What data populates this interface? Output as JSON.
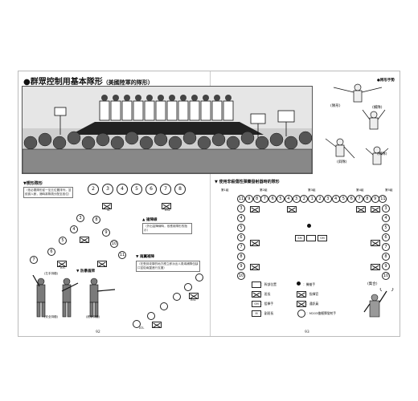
{
  "page": {
    "title": "●群眾控制用基本隊形",
    "subtitle": "（美國陸軍的隊形）",
    "signals_title": "●隊形手勢",
    "left_page_number": "92",
    "right_page_number": "93"
  },
  "signals": {
    "labels": [
      "(隊形)",
      "(橫隊)",
      "(斜隊)",
      "(梯隊)"
    ]
  },
  "wedge": {
    "heading": "▼楔形隊形",
    "note": "（依必要隊形從一至五位置排列，並依據人數，適時將隊員分配至各位）",
    "top_numbers": [
      "2",
      "3",
      "4",
      "5",
      "6",
      "7",
      "8"
    ],
    "formation_numbers": [
      "3",
      "4",
      "5",
      "6",
      "7",
      "8",
      "9",
      "10",
      "11"
    ],
    "box_labels": [
      "SL",
      "ASL",
      "ATL",
      "ASL",
      "ATL"
    ],
    "soldier_labels": [
      "(左手持槍)",
      "(安全持槍)",
      "(底手持槍)"
    ],
    "guard_heading": "▼ 防暴盾牌",
    "skirmish_heading": "▲ 搶陣線",
    "skirmish_note": "（外出搶陣線時，依應用隊形的指示）",
    "rear_heading": "▼ 兩翼補陣",
    "rear_note": "（在受到攻擊的地方應立即派出人員填補隊伍缺口並從兩翼進行支援）"
  },
  "line": {
    "heading": "▼ 使用非殺傷性彈藥發射器時的隊形",
    "squad_labels": [
      "第1組",
      "第2組",
      "第3組",
      "第4組",
      "第5組"
    ],
    "top_row": [
      "11",
      "9",
      "8",
      "7",
      "6",
      "5",
      "4",
      "3",
      "2",
      "1",
      "2",
      "3",
      "4",
      "5",
      "6",
      "7",
      "8",
      "9",
      "11"
    ],
    "left_col": [
      "3",
      "4",
      "5",
      "6",
      "7",
      "8",
      "9",
      "10"
    ],
    "right_col": [
      "3",
      "4",
      "5",
      "6",
      "7",
      "8",
      "9",
      "10"
    ],
    "center_boxes": [
      "SM",
      "SM"
    ]
  },
  "legend": {
    "items": [
      "：幹部位置",
      "：機槍手",
      "：班長",
      "：指揮官",
      "：狙擊手",
      "：通訊員",
      "：副班長",
      "：M203槍榴彈發射手"
    ],
    "symbol_sm": "SM",
    "symbol_m": "M"
  },
  "side_label": "(集合)"
}
